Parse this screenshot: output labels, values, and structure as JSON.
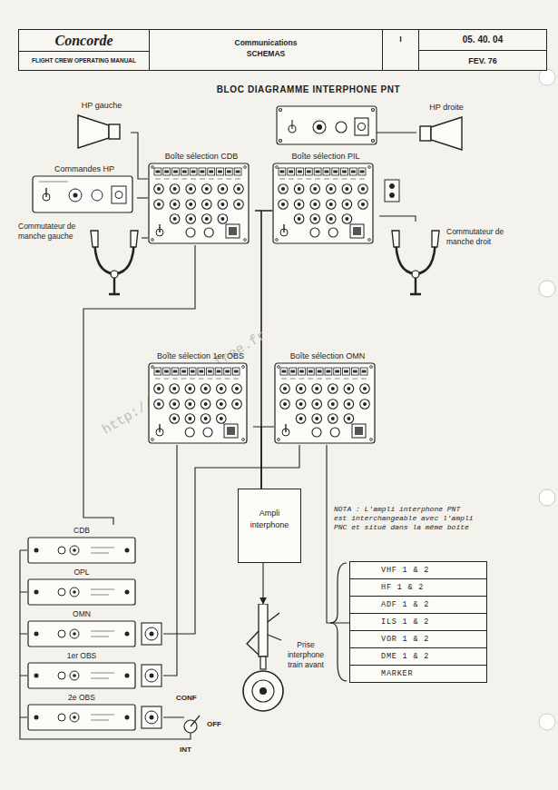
{
  "diagram": {
    "title": "BLOC DIAGRAMME INTERPHONE PNT",
    "nodes": [
      {
        "text": [
          "Concorde",
          "FLIGHT CREW OPERATING MANUAL"
        ]
      },
      {
        "text": [
          "Communications",
          "SCHEMAS"
        ]
      },
      {
        "text": [
          "I"
        ]
      },
      {
        "text": [
          "05. 40. 04",
          "FEV. 76"
        ]
      },
      {
        "text": [
          "HP gauche"
        ]
      },
      {
        "text": [
          "Commandes HP"
        ]
      },
      {
        "text": [
          "Boîte sélection CDB"
        ]
      },
      {
        "text": [
          "Boîte sélection PIL"
        ]
      },
      {
        "text": [
          "HP droite"
        ]
      },
      {
        "text": [
          "Commutateur de manche gauche"
        ]
      },
      {
        "text": [
          "Commutateur de manche droit"
        ]
      },
      {
        "text": [
          "Boîte sélection 1er OBS"
        ]
      },
      {
        "text": [
          "Boîte sélection OMN"
        ]
      },
      {
        "text": [
          "Ampli interphone"
        ]
      },
      {
        "text": [
          "VHF 1 & 2",
          "HF 1 & 2",
          "ADF 1 & 2",
          "ILS 1 & 2",
          "VOR 1 & 2",
          "DME 1 & 2",
          "MARKER"
        ]
      },
      {
        "text": [
          "Prise interphone train avant"
        ]
      },
      {
        "text": [
          "CDB"
        ]
      },
      {
        "text": [
          "OPL"
        ]
      },
      {
        "text": [
          "OMN"
        ]
      },
      {
        "text": [
          "1er OBS"
        ]
      },
      {
        "text": [
          "2e OBS"
        ]
      }
    ],
    "edges": [
      {
        "from": 4,
        "to": 6,
        "arrow": "none"
      },
      {
        "from": 5,
        "to": 6,
        "arrow": "none"
      },
      {
        "from": 6,
        "to": 7,
        "arrow": "none"
      },
      {
        "from": 9,
        "to": 6,
        "arrow": "none"
      },
      {
        "from": 10,
        "to": 7,
        "arrow": "none"
      },
      {
        "from": 7,
        "to": 13,
        "arrow": "none"
      },
      {
        "from": 6,
        "to": 13,
        "arrow": "none"
      },
      {
        "from": 11,
        "to": 13,
        "arrow": "none"
      },
      {
        "from": 12,
        "to": 13,
        "arrow": "none"
      },
      {
        "from": 6,
        "to": 16,
        "arrow": "none"
      },
      {
        "from": 11,
        "to": 19,
        "arrow": "none"
      },
      {
        "from": 12,
        "to": 18,
        "arrow": "none"
      },
      {
        "from": 13,
        "to": 15,
        "arrow": "to"
      },
      {
        "from": 12,
        "to": 14,
        "arrow": "none"
      }
    ],
    "labels": [
      "NOTA : L'ampli interphone PNT est interchangeable avec l'ampli PNC et situé dans la même boîte",
      "CONF",
      "OFF",
      "INT",
      "http://concorde.free.fr"
    ]
  }
}
